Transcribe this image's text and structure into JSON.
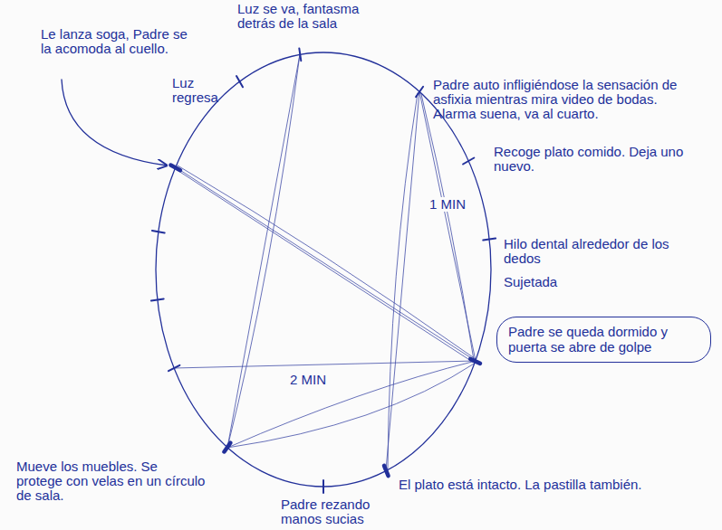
{
  "diagram": {
    "nodes": [
      {
        "text": [
          "Padre se queda dormido y puerta se abre de golpe"
        ]
      }
    ],
    "labels": [
      "Le lanza soga, Padre se la acomoda al cuello.",
      "Luz se va, fantasma detrás de la sala",
      "Padre auto infligiéndose la sensación de asfixia mientras mira video de bodas. Alarma suena, va al cuarto.",
      "Luz regresa",
      "1 MIN",
      "Recoge plato comido. Deja uno nuevo.",
      "Hilo dental alrededor de los dedos",
      "Sujetada",
      "2 MIN",
      "El plato está intacto. La pastilla también.",
      "Mueve los muebles. Se protege con velas en un círculo de sala.",
      "Padre rezando manos sucias"
    ]
  }
}
